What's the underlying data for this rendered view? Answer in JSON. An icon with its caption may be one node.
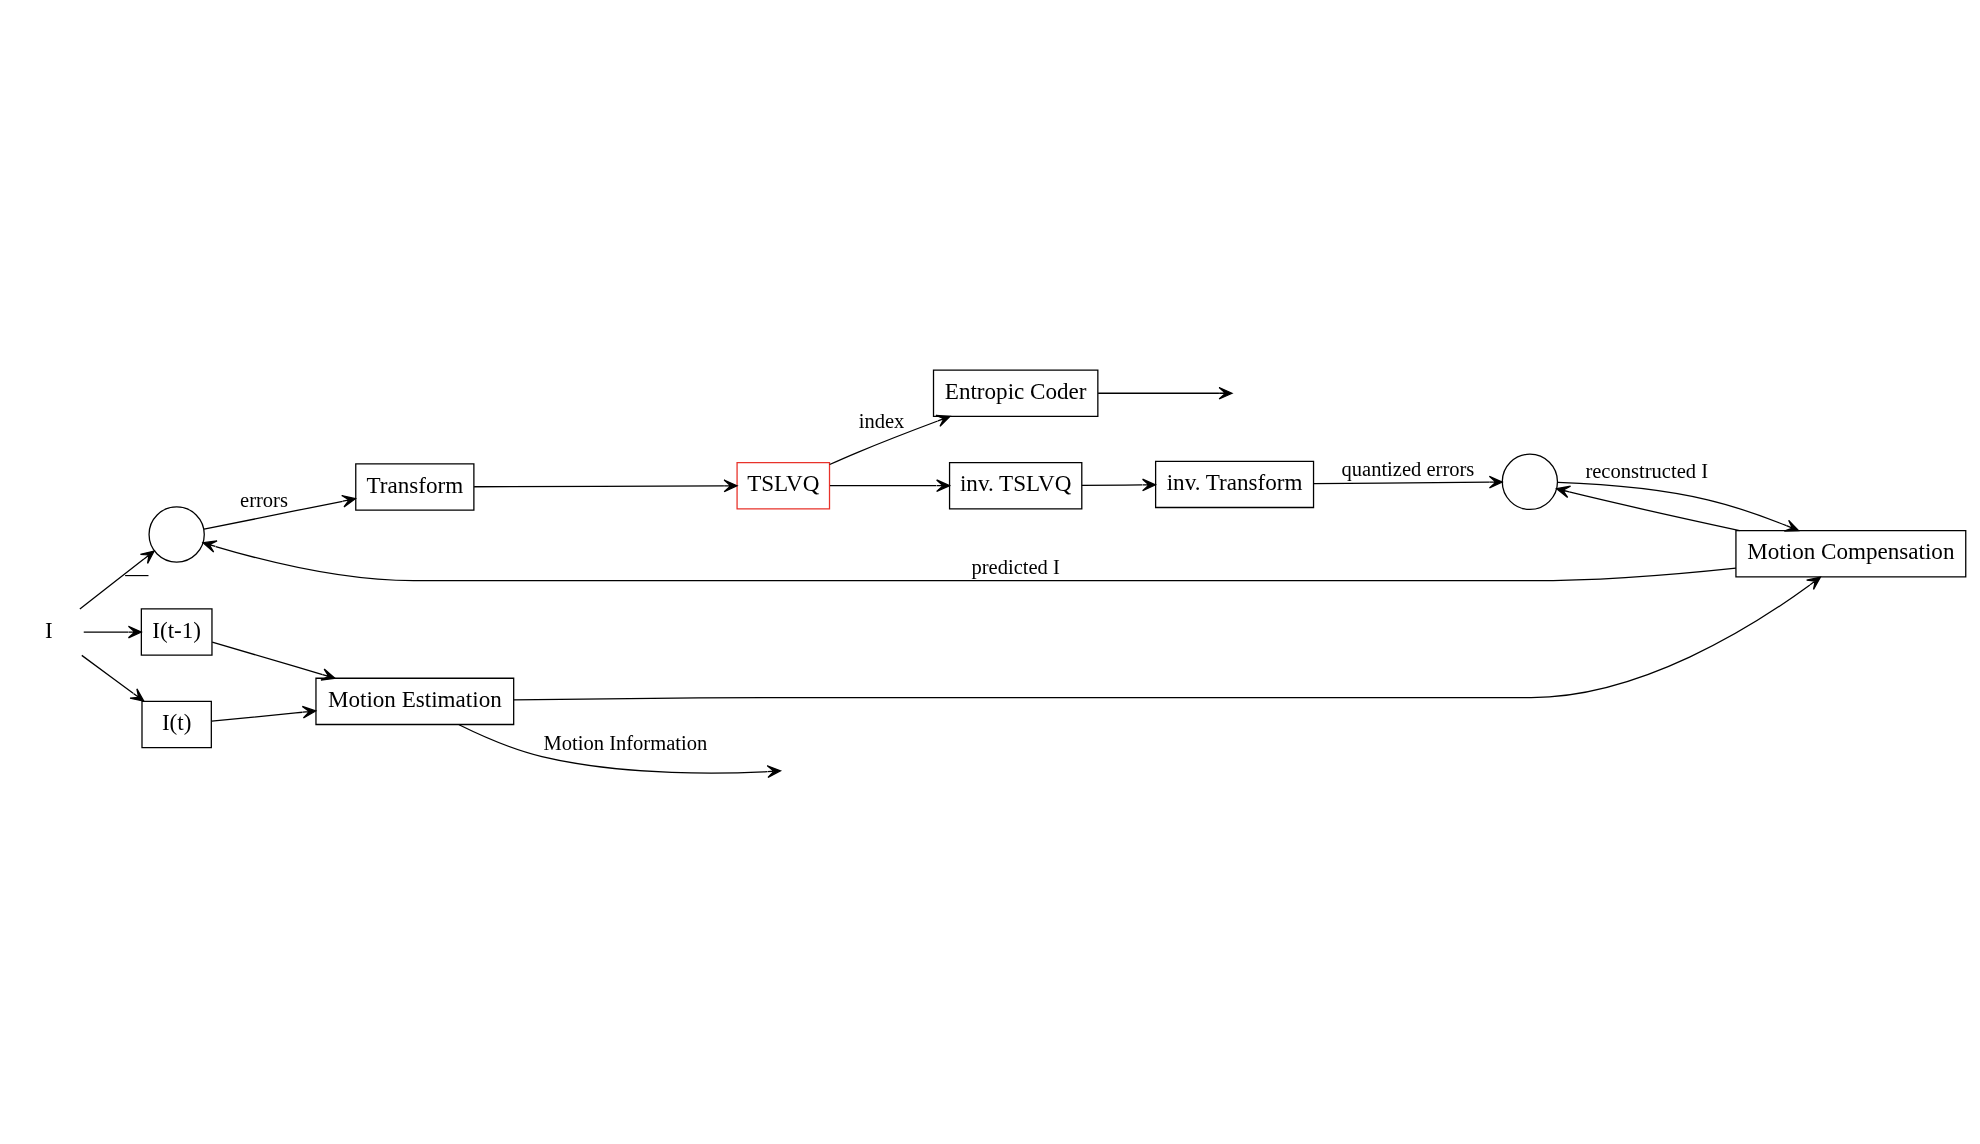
{
  "diagram": {
    "nodes": [
      {
        "text": [
          "I"
        ]
      },
      {
        "text": [],
        "shape": "circle",
        "beside": [
          "—"
        ]
      },
      {
        "text": [
          "Transform"
        ]
      },
      {
        "text": [
          "TSLVQ"
        ]
      },
      {
        "text": [
          "Entropic Coder"
        ]
      },
      {
        "text": [
          "inv. TSLVQ"
        ]
      },
      {
        "text": [
          "inv. Transform"
        ]
      },
      {
        "text": [],
        "shape": "circle"
      },
      {
        "text": [
          "I(t-1)"
        ]
      },
      {
        "text": [
          "I(t)"
        ]
      },
      {
        "text": [
          "Motion Estimation"
        ]
      },
      {
        "text": [
          "Motion Compensation"
        ]
      }
    ],
    "edges": [
      {
        "from": 0,
        "to": 1,
        "arrow": "to"
      },
      {
        "from": 0,
        "to": 8,
        "arrow": "to"
      },
      {
        "from": 0,
        "to": 9,
        "arrow": "to"
      },
      {
        "from": 1,
        "to": 2,
        "arrow": "to",
        "label": "errors"
      },
      {
        "from": 2,
        "to": 3,
        "arrow": "to"
      },
      {
        "from": 3,
        "to": 4,
        "arrow": "to",
        "label": "index"
      },
      {
        "from": 3,
        "to": 5,
        "arrow": "to"
      },
      {
        "from": 4,
        "to": null,
        "arrow": "to"
      },
      {
        "from": 5,
        "to": 6,
        "arrow": "to"
      },
      {
        "from": 6,
        "to": 7,
        "arrow": "to",
        "label": "quantized errors"
      },
      {
        "from": 7,
        "to": 11,
        "arrow": "to",
        "label": "reconstructed I"
      },
      {
        "from": 11,
        "to": 1,
        "arrow": "to",
        "label": "predicted I"
      },
      {
        "from": 11,
        "to": 7,
        "arrow": "to"
      },
      {
        "from": 8,
        "to": 10,
        "arrow": "to"
      },
      {
        "from": 9,
        "to": 10,
        "arrow": "to"
      },
      {
        "from": 10,
        "to": 11,
        "arrow": "to"
      },
      {
        "from": 10,
        "to": null,
        "arrow": "to",
        "label": "Motion Information"
      }
    ]
  }
}
